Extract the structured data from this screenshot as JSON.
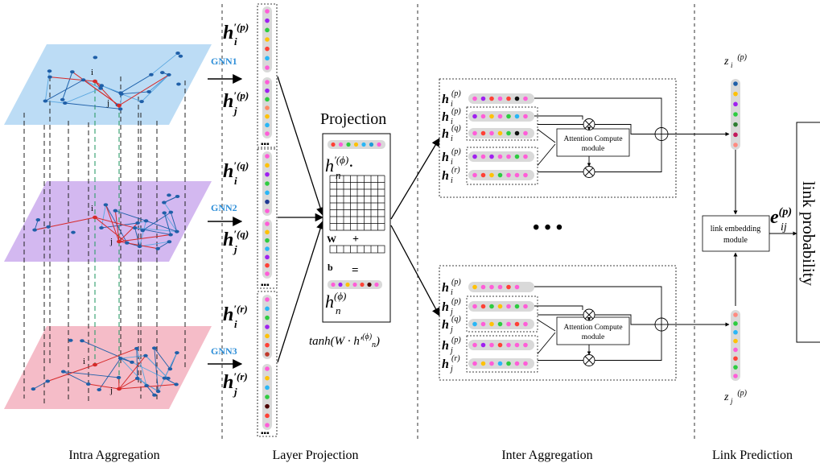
{
  "sections": {
    "intra": "Intra Aggregation",
    "projection": "Layer Projection",
    "inter": "Inter Aggregation",
    "link": "Link Prediction"
  },
  "gnn_labels": [
    "GNN1",
    "GNN2",
    "GNN3"
  ],
  "projection": {
    "title": "Projection",
    "w_label": "W",
    "b_label": "b",
    "plus": "+",
    "equals": "=",
    "formula": "tanh(W · h′"
  },
  "attention_label_line1": "Attention Compute",
  "attention_label_line2": "module",
  "link_embedding_line1": "link embedding",
  "link_embedding_line2": "module",
  "link_probability": "link probability",
  "ellipsis": "• • •",
  "node_labels": {
    "i": "i",
    "j": "j"
  },
  "colors": {
    "plane_blue": "#bcdcf5",
    "plane_purple": "#d3b8f0",
    "plane_pink": "#f5bcc8",
    "gnn_label": "#2f8fd8",
    "node_blue": "#1f5fa8",
    "node_red": "#d62a2a",
    "pill_gray": "#d9d9d9"
  },
  "embedding_dots": {
    "hp_i": [
      "#ff5dd8",
      "#a020f0",
      "#2ecc40",
      "#ffc107",
      "#ff4136",
      "#29b6f6",
      "#ff5dd8"
    ],
    "hp_j": [
      "#ff5dd8",
      "#a020f0",
      "#2ecc40",
      "#ff8a65",
      "#ffc107",
      "#29b6f6",
      "#ff5dd8"
    ],
    "hq_i": [
      "#ff5dd8",
      "#ffc107",
      "#a020f0",
      "#2ecc40",
      "#29b6f6",
      "#1f3a93",
      "#ff5dd8"
    ],
    "hq_j": [
      "#ff5dd8",
      "#ffc107",
      "#2ecc40",
      "#29b6f6",
      "#a020f0",
      "#ff4136",
      "#ff5dd8"
    ],
    "hr_i": [
      "#ff5dd8",
      "#29b6f6",
      "#2ecc40",
      "#a020f0",
      "#ffc107",
      "#ff4136",
      "#c0392b"
    ],
    "hr_j": [
      "#ff5dd8",
      "#ffc107",
      "#29b6f6",
      "#2ecc40",
      "#4b0000",
      "#ff4136",
      "#ff5dd8"
    ],
    "proj_top": [
      "#ff4136",
      "#ff5dd8",
      "#2ecc40",
      "#ffc107",
      "#29b6f6",
      "#1f9bd8",
      "#ff5dd8"
    ],
    "proj_bottom": [
      "#ff5dd8",
      "#a020f0",
      "#ffc107",
      "#ff5dd8",
      "#ff4136",
      "#4b0000",
      "#ff5dd8"
    ],
    "z_i": [
      "#1f5fa8",
      "#ffc107",
      "#a020f0",
      "#2ecc40",
      "#2e7d32",
      "#c2185b",
      "#ff8a80"
    ],
    "z_j": [
      "#ff8a80",
      "#2ecc40",
      "#29b6f6",
      "#ffc107",
      "#ff5dd8",
      "#ff4136",
      "#2ecc40",
      "#ff5dd8"
    ],
    "att_top": [
      [
        "#ff5dd8",
        "#a020f0",
        "#ff4136",
        "#ff5dd8",
        "#ff4136",
        "#111111",
        "#ff5dd8"
      ],
      [
        "#a020f0",
        "#ff5dd8",
        "#ffc107",
        "#ff5dd8",
        "#2ecc40",
        "#29b6f6",
        "#ff5dd8"
      ],
      [
        "#ff5dd8",
        "#ff4136",
        "#ff5dd8",
        "#ffc107",
        "#2ecc40",
        "#111111",
        "#ff5dd8"
      ],
      [
        "#a020f0",
        "#ff5dd8",
        "#a020f0",
        "#ff5dd8",
        "#ff5dd8",
        "#2ecc40",
        "#ff5dd8"
      ],
      [
        "#ff5dd8",
        "#ff4136",
        "#ffc107",
        "#2ecc40",
        "#ff5dd8",
        "#ff5dd8",
        "#ff5dd8"
      ]
    ],
    "att_bottom": [
      [
        "#ffc107",
        "#ff5dd8",
        "#ff5dd8",
        "#ff5dd8",
        "#ff4136",
        "#ff5dd8"
      ],
      [
        "#ff5dd8",
        "#ff4136",
        "#2ecc40",
        "#ffc107",
        "#ff5dd8",
        "#2ecc40",
        "#ff5dd8"
      ],
      [
        "#29b6f6",
        "#ff5dd8",
        "#ffc107",
        "#2ecc40",
        "#ff5dd8",
        "#ff4136",
        "#ff5dd8"
      ],
      [
        "#ff5dd8",
        "#a020f0",
        "#ff5dd8",
        "#ff4136",
        "#ff5dd8",
        "#ff5dd8",
        "#ff5dd8"
      ],
      [
        "#ff5dd8",
        "#ffc107",
        "#ff5dd8",
        "#29b6f6",
        "#2ecc40",
        "#ff5dd8",
        "#ff5dd8"
      ]
    ]
  }
}
